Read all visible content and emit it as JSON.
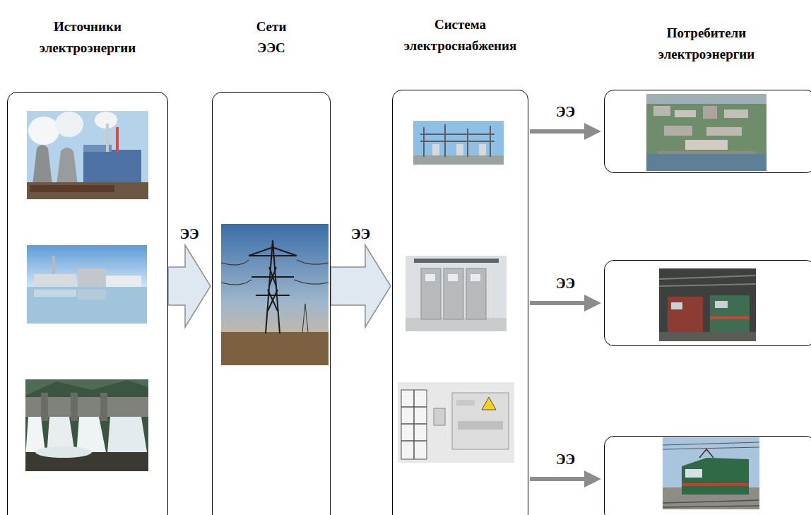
{
  "diagram": {
    "nodes": [
      {
        "text": [
          "Источники электроэнергии"
        ]
      },
      {
        "text": [
          "Сети ЭЭС"
        ]
      },
      {
        "text": [
          "Система электроснабжения"
        ]
      },
      {
        "text": []
      },
      {
        "text": []
      },
      {
        "text": []
      }
    ],
    "edges": [
      {
        "from": 0,
        "to": 1,
        "arrow": "to",
        "label": "ЭЭ"
      },
      {
        "from": 1,
        "to": 2,
        "arrow": "to",
        "label": "ЭЭ"
      },
      {
        "from": 2,
        "to": 3,
        "arrow": "to",
        "label": "ЭЭ"
      },
      {
        "from": 2,
        "to": 4,
        "arrow": "to",
        "label": "ЭЭ"
      },
      {
        "from": 2,
        "to": 5,
        "arrow": "to",
        "label": "ЭЭ"
      }
    ],
    "labels": [
      "Потребители электроэнергии"
    ]
  }
}
